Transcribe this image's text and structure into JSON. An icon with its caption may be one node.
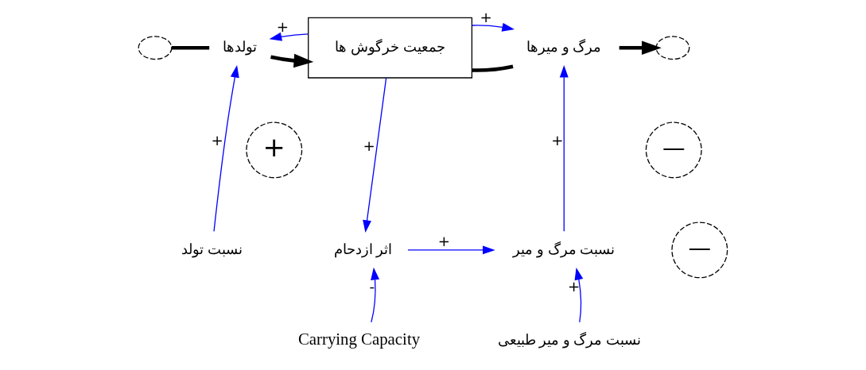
{
  "diagram": {
    "nodes": [
      {
        "text": [],
        "shape": "cloud"
      },
      {
        "text": [
          "تولدها"
        ]
      },
      {
        "text": [
          "جمعیت خرگوش ها"
        ]
      },
      {
        "text": [
          "مرگ و میرها"
        ]
      },
      {
        "text": [],
        "shape": "cloud"
      },
      {
        "text": [
          "نسبت تولد"
        ]
      },
      {
        "text": [
          "اثر ازدحام"
        ]
      },
      {
        "text": [
          "نسبت مرگ و میر"
        ]
      },
      {
        "text": [
          "Carrying Capacity"
        ]
      },
      {
        "text": [
          "نسبت مرگ و میر طبیعی"
        ]
      },
      {
        "text": [
          "+"
        ]
      },
      {
        "text": [
          "—"
        ]
      },
      {
        "text": [
          "—"
        ]
      }
    ],
    "edges": [
      {
        "from": 0,
        "to": 1,
        "arrow": "none",
        "style": "thick",
        "color": "#000000"
      },
      {
        "from": 1,
        "to": 2,
        "arrow": "to",
        "style": "thick",
        "color": "#000000"
      },
      {
        "from": 2,
        "to": 3,
        "arrow": "none",
        "style": "thick",
        "color": "#000000"
      },
      {
        "from": 3,
        "to": 4,
        "arrow": "to",
        "style": "thick",
        "color": "#000000"
      },
      {
        "from": 2,
        "to": 1,
        "arrow": "to",
        "label": "+"
      },
      {
        "from": 5,
        "to": 1,
        "arrow": "to",
        "label": "+"
      },
      {
        "from": 2,
        "to": 6,
        "arrow": "to",
        "label": "+"
      },
      {
        "from": 2,
        "to": 3,
        "arrow": "to",
        "label": "+"
      },
      {
        "from": 7,
        "to": 3,
        "arrow": "to",
        "label": "+"
      },
      {
        "from": 6,
        "to": 7,
        "arrow": "to",
        "label": "+"
      },
      {
        "from": 8,
        "to": 6,
        "arrow": "to",
        "label": "-"
      },
      {
        "from": 9,
        "to": 7,
        "arrow": "to",
        "label": "+"
      }
    ]
  }
}
